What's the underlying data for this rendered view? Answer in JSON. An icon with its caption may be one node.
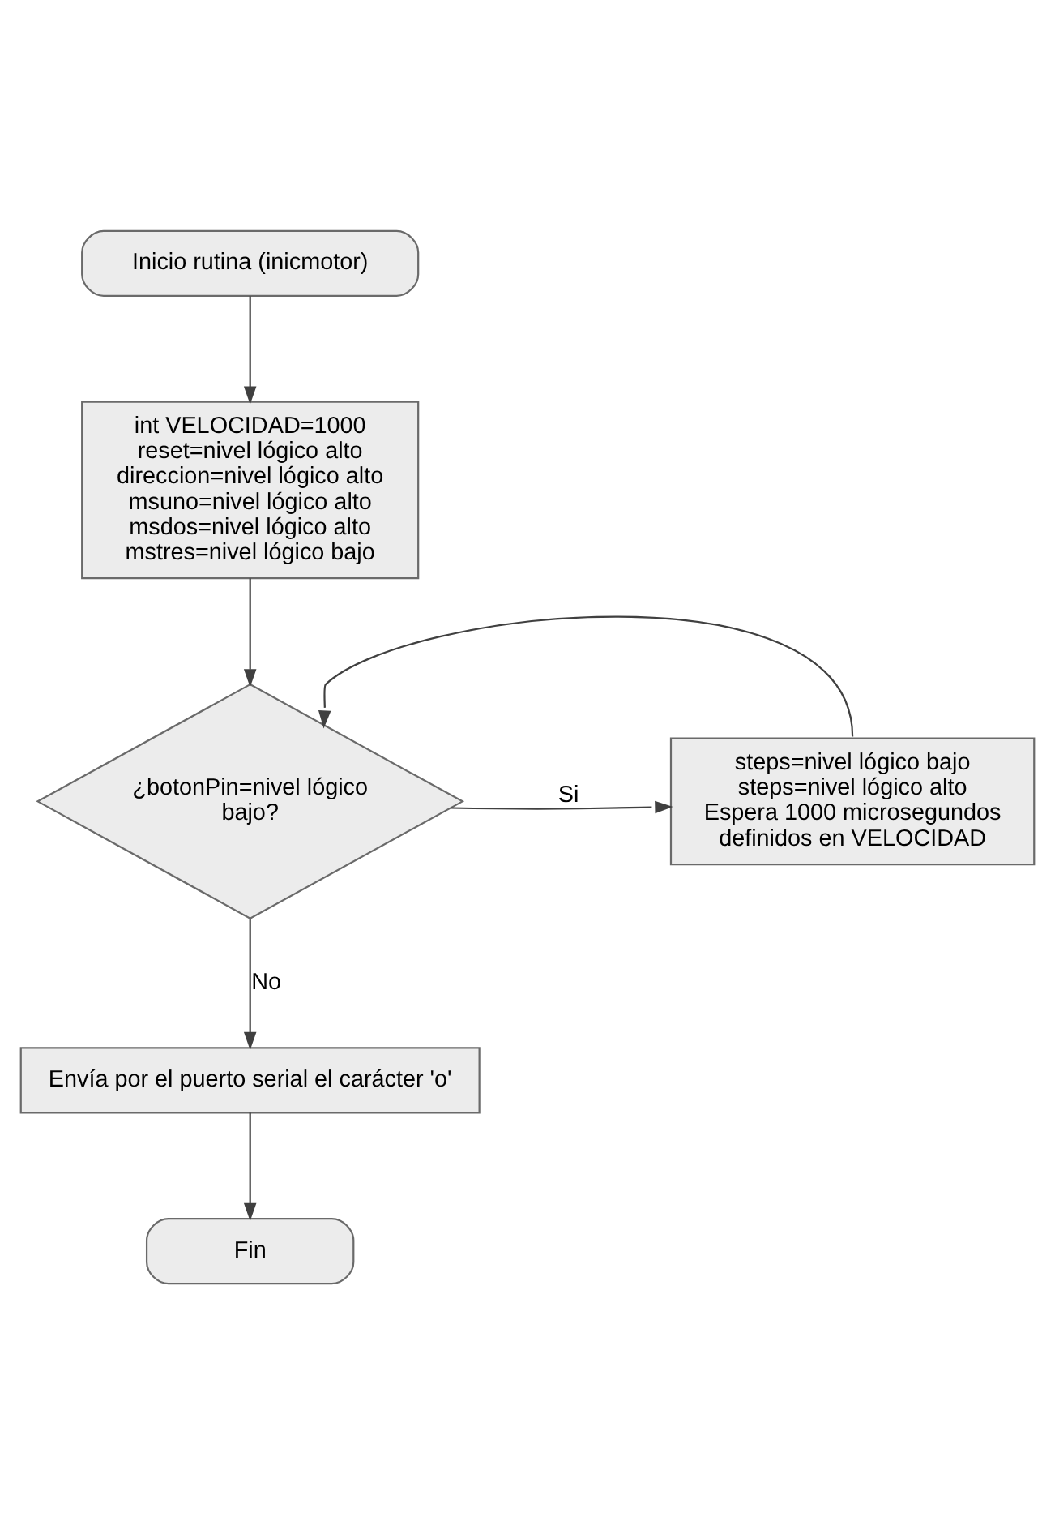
{
  "diagram": {
    "nodes": [
      {
        "text": [
          "Inicio rutina (inicmotor)"
        ]
      },
      {
        "text": [
          "int VELOCIDAD=1000",
          "reset=nivel lógico alto",
          "direccion=nivel lógico alto",
          "msuno=nivel lógico alto",
          "msdos=nivel lógico alto",
          "mstres=nivel lógico bajo"
        ]
      },
      {
        "text": [
          "¿botonPin=nivel lógico bajo?"
        ]
      },
      {
        "text": [
          "steps=nivel lógico bajo",
          "steps=nivel lógico alto",
          "Espera 1000 microsegundos definidos en VELOCIDAD"
        ]
      },
      {
        "text": [
          "Envía por el puerto serial el carácter 'o'"
        ]
      },
      {
        "text": [
          "Fin"
        ]
      }
    ],
    "edges": [
      {
        "from": 0,
        "to": 1,
        "arrow": "to"
      },
      {
        "from": 1,
        "to": 2,
        "arrow": "to"
      },
      {
        "from": 2,
        "to": 3,
        "arrow": "to",
        "label": "Si"
      },
      {
        "from": 3,
        "to": 2,
        "arrow": "to"
      },
      {
        "from": 2,
        "to": 4,
        "arrow": "to",
        "label": "No"
      },
      {
        "from": 4,
        "to": 5,
        "arrow": "to"
      }
    ]
  }
}
